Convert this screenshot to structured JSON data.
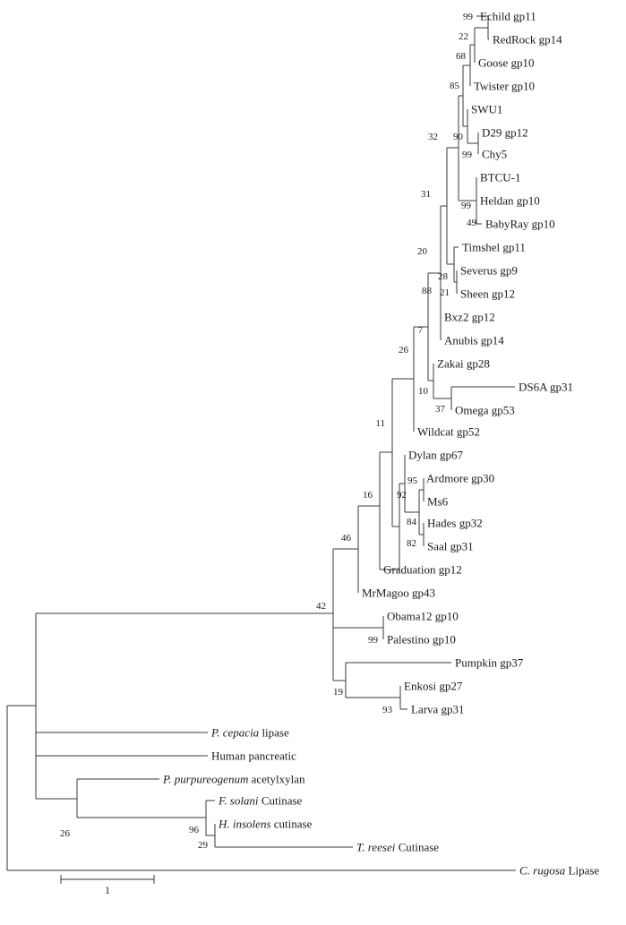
{
  "tree": {
    "taxa": [
      {
        "id": "echild",
        "label": "Echild gp11"
      },
      {
        "id": "redrock",
        "label": "RedRock gp14"
      },
      {
        "id": "goose",
        "label": "Goose gp10"
      },
      {
        "id": "twister",
        "label": "Twister gp10"
      },
      {
        "id": "swu1",
        "label": "SWU1"
      },
      {
        "id": "d29",
        "label": "D29 gp12"
      },
      {
        "id": "chy5",
        "label": "Chy5"
      },
      {
        "id": "btcu1",
        "label": "BTCU-1"
      },
      {
        "id": "heldan",
        "label": "Heldan gp10"
      },
      {
        "id": "babyray",
        "label": "BabyRay gp10"
      },
      {
        "id": "timshel",
        "label": "Timshel gp11"
      },
      {
        "id": "severus",
        "label": "Severus gp9"
      },
      {
        "id": "sheen",
        "label": "Sheen gp12"
      },
      {
        "id": "bxz2",
        "label": "Bxz2 gp12"
      },
      {
        "id": "anubis",
        "label": "Anubis gp14"
      },
      {
        "id": "zakai",
        "label": "Zakai gp28"
      },
      {
        "id": "ds6a",
        "label": "DS6A gp31"
      },
      {
        "id": "omega",
        "label": "Omega gp53"
      },
      {
        "id": "wildcat",
        "label": "Wildcat gp52"
      },
      {
        "id": "dylan",
        "label": "Dylan gp67"
      },
      {
        "id": "ardmore",
        "label": "Ardmore gp30"
      },
      {
        "id": "ms6",
        "label": "Ms6"
      },
      {
        "id": "hades",
        "label": "Hades gp32"
      },
      {
        "id": "saal",
        "label": "Saal gp31"
      },
      {
        "id": "graduation",
        "label": "Graduation gp12"
      },
      {
        "id": "mrmagoo",
        "label": "MrMagoo gp43"
      },
      {
        "id": "obama12",
        "label": "Obama12 gp10"
      },
      {
        "id": "palestino",
        "label": "Palestino gp10"
      },
      {
        "id": "pumpkin",
        "label": "Pumpkin gp37"
      },
      {
        "id": "enkosi",
        "label": "Enkosi gp27"
      },
      {
        "id": "larva",
        "label": "Larva gp31"
      },
      {
        "id": "pcepacia",
        "species": "P. cepacia",
        "rest": " lipase"
      },
      {
        "id": "human",
        "label": "Human pancreatic"
      },
      {
        "id": "ppurpureogenum",
        "species": "P. purpureogenum",
        "rest": " acetylxylan"
      },
      {
        "id": "fsolani",
        "species": "F. solani",
        "rest": " Cutinase"
      },
      {
        "id": "hinsolens",
        "species": "H. insolens",
        "rest": " cutinase"
      },
      {
        "id": "treesei",
        "species": "T. reesei",
        "rest": " Cutinase"
      },
      {
        "id": "crugosa",
        "species": "C. rugosa",
        "rest": " Lipase"
      }
    ],
    "bootstrap": [
      {
        "id": "b99a",
        "label": "99"
      },
      {
        "id": "b22",
        "label": "22"
      },
      {
        "id": "b68",
        "label": "68"
      },
      {
        "id": "b85",
        "label": "85"
      },
      {
        "id": "b32",
        "label": "32"
      },
      {
        "id": "b90",
        "label": "90"
      },
      {
        "id": "b99b",
        "label": "99"
      },
      {
        "id": "b31",
        "label": "31"
      },
      {
        "id": "b99c",
        "label": "99"
      },
      {
        "id": "b49",
        "label": "49"
      },
      {
        "id": "b20",
        "label": "20"
      },
      {
        "id": "b28",
        "label": "28"
      },
      {
        "id": "b21",
        "label": "21"
      },
      {
        "id": "b88",
        "label": "88"
      },
      {
        "id": "b7",
        "label": "7"
      },
      {
        "id": "b26a",
        "label": "26"
      },
      {
        "id": "b10",
        "label": "10"
      },
      {
        "id": "b37",
        "label": "37"
      },
      {
        "id": "b11",
        "label": "11"
      },
      {
        "id": "b95",
        "label": "95"
      },
      {
        "id": "b92",
        "label": "92"
      },
      {
        "id": "b84",
        "label": "84"
      },
      {
        "id": "b82",
        "label": "82"
      },
      {
        "id": "b16",
        "label": "16"
      },
      {
        "id": "b46",
        "label": "46"
      },
      {
        "id": "b42",
        "label": "42"
      },
      {
        "id": "b99d",
        "label": "99"
      },
      {
        "id": "b19",
        "label": "19"
      },
      {
        "id": "b93",
        "label": "93"
      },
      {
        "id": "b26b",
        "label": "26"
      },
      {
        "id": "b96",
        "label": "96"
      },
      {
        "id": "b29",
        "label": "29"
      }
    ],
    "scale_bar_label": "1"
  }
}
